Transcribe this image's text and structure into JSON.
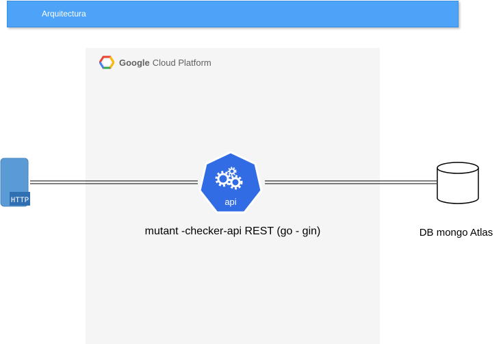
{
  "banner": {
    "title": "Arquitectura"
  },
  "gcp": {
    "brand": "Google",
    "product": "Cloud Platform"
  },
  "nodes": {
    "http": {
      "icon": "http-client-icon",
      "label": "HTTP"
    },
    "api": {
      "icon": "kubernetes-api-icon",
      "icon_text": "api",
      "label": "mutant -checker-api REST (go - gin)"
    },
    "db": {
      "icon": "database-cylinder-icon",
      "label": "DB mongo Atlas"
    }
  },
  "colors": {
    "banner": "#4da3f7",
    "panel": "#f5f5f5",
    "api_blue": "#326ce5",
    "http_blue": "#5b9bd5",
    "connector": "#000000"
  }
}
